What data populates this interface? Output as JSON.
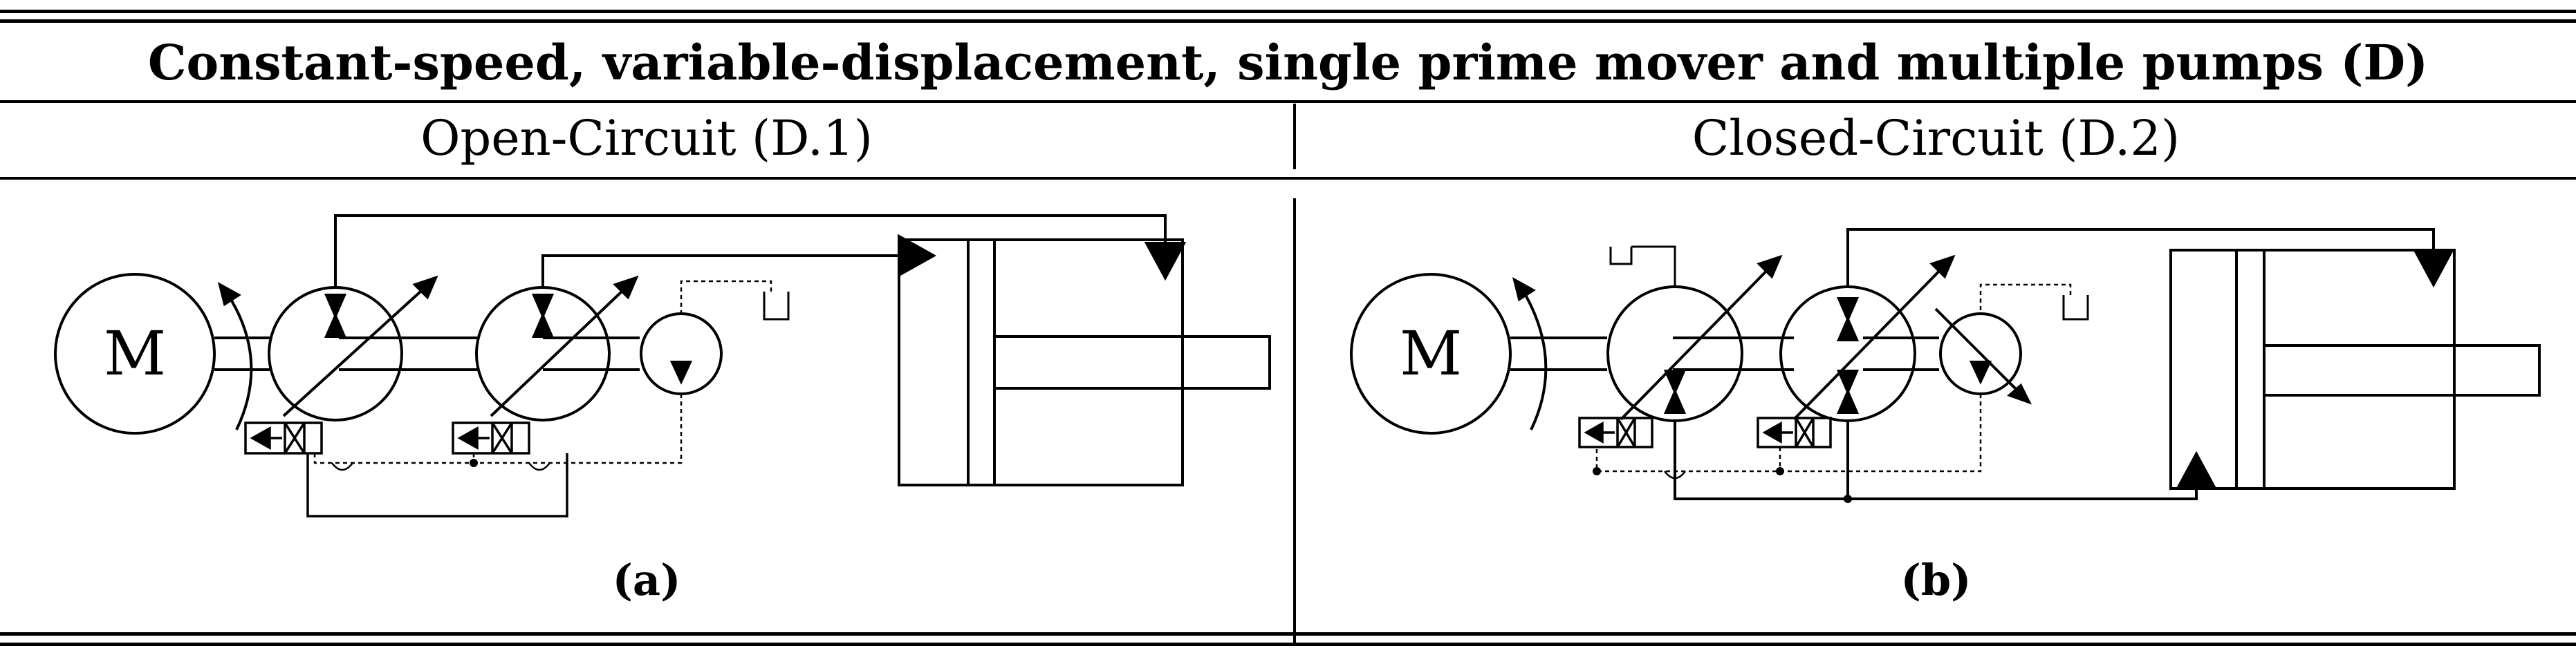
{
  "title": "Constant-speed, variable-displacement, single prime mover and multiple pumps (D)",
  "columns": [
    {
      "heading": "Open-Circuit (D.1)",
      "caption": "(a)",
      "motor_label": "M"
    },
    {
      "heading": "Closed-Circuit (D.2)",
      "caption": "(b)",
      "motor_label": "M"
    }
  ],
  "colors": {
    "line": "#000000",
    "background": "#ffffff"
  }
}
